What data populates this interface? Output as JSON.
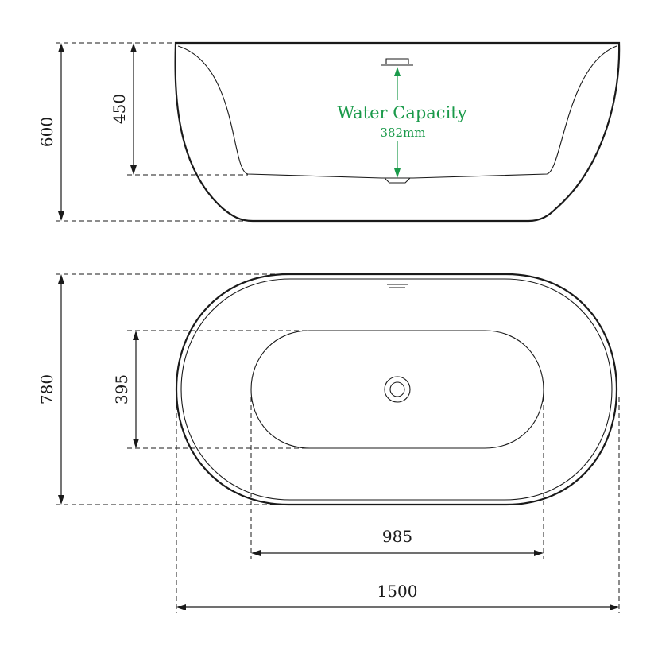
{
  "dimensions": {
    "side_total_height": "600",
    "side_inner_depth": "450",
    "top_width_outer": "780",
    "top_width_inner": "395",
    "top_length_inner": "985",
    "top_length_outer": "1500"
  },
  "water_capacity": {
    "title": "Water Capacity",
    "value": "382mm"
  },
  "colors": {
    "line": "#1a1a1a",
    "accent": "#1a9a4a"
  }
}
